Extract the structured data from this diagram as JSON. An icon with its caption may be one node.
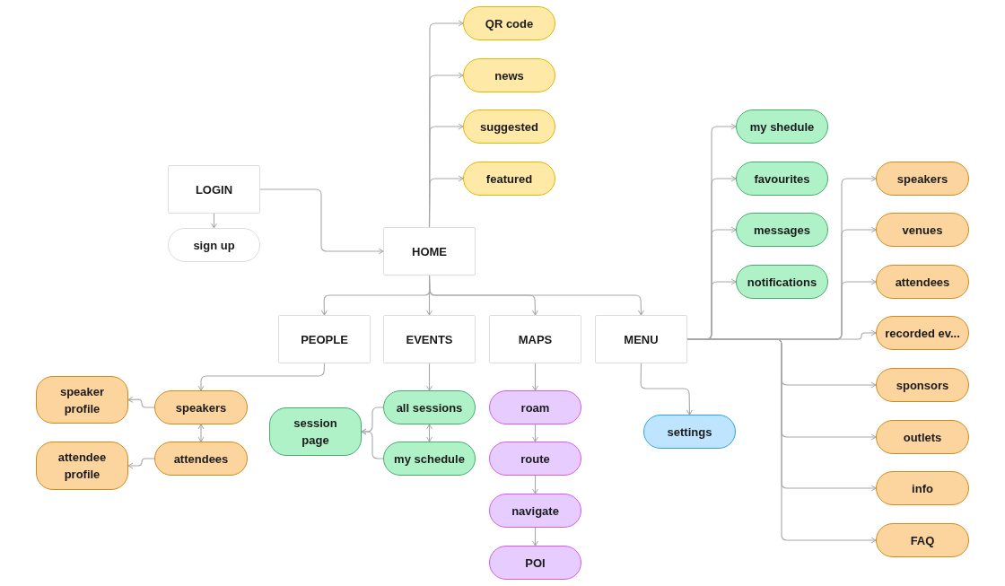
{
  "diagram": {
    "nodes": [
      {
        "text": [
          "QR code"
        ]
      },
      {
        "text": [
          "news"
        ]
      },
      {
        "text": [
          "suggested"
        ]
      },
      {
        "text": [
          "featured"
        ]
      },
      {
        "text": [
          "LOGIN"
        ]
      },
      {
        "text": [
          "sign up"
        ]
      },
      {
        "text": [
          "HOME"
        ]
      },
      {
        "text": [
          "my shedule"
        ]
      },
      {
        "text": [
          "favourites"
        ]
      },
      {
        "text": [
          "messages"
        ]
      },
      {
        "text": [
          "notifications"
        ]
      },
      {
        "text": [
          "speakers"
        ]
      },
      {
        "text": [
          "venues"
        ]
      },
      {
        "text": [
          "attendees"
        ]
      },
      {
        "text": [
          "recorded ev..."
        ]
      },
      {
        "text": [
          "PEOPLE"
        ]
      },
      {
        "text": [
          "EVENTS"
        ]
      },
      {
        "text": [
          "MAPS"
        ]
      },
      {
        "text": [
          "MENU"
        ]
      },
      {
        "text": [
          "sponsors"
        ]
      },
      {
        "text": [
          "outlets"
        ]
      },
      {
        "text": [
          "info"
        ]
      },
      {
        "text": [
          "FAQ"
        ]
      },
      {
        "text": [
          "speaker profile"
        ]
      },
      {
        "text": [
          "speakers"
        ]
      },
      {
        "text": [
          "session page"
        ]
      },
      {
        "text": [
          "all sessions"
        ]
      },
      {
        "text": [
          "roam"
        ]
      },
      {
        "text": [
          "settings"
        ]
      },
      {
        "text": [
          "attendee profile"
        ]
      },
      {
        "text": [
          "attendees"
        ]
      },
      {
        "text": [
          "my schedule"
        ]
      },
      {
        "text": [
          "route"
        ]
      },
      {
        "text": [
          "navigate"
        ]
      },
      {
        "text": [
          "POI"
        ]
      }
    ],
    "edges": [
      {
        "from": 6,
        "to": 0,
        "arrow": "to"
      },
      {
        "from": 6,
        "to": 1,
        "arrow": "to"
      },
      {
        "from": 6,
        "to": 2,
        "arrow": "to"
      },
      {
        "from": 6,
        "to": 3,
        "arrow": "to"
      },
      {
        "from": 4,
        "to": 6,
        "arrow": "to"
      },
      {
        "from": 4,
        "to": 5,
        "arrow": "to"
      },
      {
        "from": 6,
        "to": 15,
        "arrow": "to"
      },
      {
        "from": 6,
        "to": 16,
        "arrow": "to"
      },
      {
        "from": 6,
        "to": 17,
        "arrow": "to"
      },
      {
        "from": 6,
        "to": 18,
        "arrow": "to"
      },
      {
        "from": 15,
        "to": 24,
        "arrow": "to"
      },
      {
        "from": 24,
        "to": 23,
        "arrow": "to"
      },
      {
        "from": 24,
        "to": 30,
        "arrow": "both"
      },
      {
        "from": 30,
        "to": 29,
        "arrow": "to"
      },
      {
        "from": 16,
        "to": 26,
        "arrow": "to"
      },
      {
        "from": 26,
        "to": 31,
        "arrow": "both"
      },
      {
        "from": 26,
        "to": 25,
        "arrow": "to"
      },
      {
        "from": 31,
        "to": 25,
        "arrow": "to"
      },
      {
        "from": 17,
        "to": 27,
        "arrow": "to"
      },
      {
        "from": 27,
        "to": 32,
        "arrow": "to"
      },
      {
        "from": 32,
        "to": 33,
        "arrow": "to"
      },
      {
        "from": 33,
        "to": 34,
        "arrow": "to"
      },
      {
        "from": 18,
        "to": 28,
        "arrow": "to"
      },
      {
        "from": 18,
        "to": 7,
        "arrow": "to"
      },
      {
        "from": 18,
        "to": 8,
        "arrow": "to"
      },
      {
        "from": 18,
        "to": 9,
        "arrow": "to"
      },
      {
        "from": 18,
        "to": 10,
        "arrow": "to"
      },
      {
        "from": 18,
        "to": 11,
        "arrow": "to"
      },
      {
        "from": 18,
        "to": 12,
        "arrow": "to"
      },
      {
        "from": 18,
        "to": 13,
        "arrow": "to"
      },
      {
        "from": 18,
        "to": 14,
        "arrow": "to"
      },
      {
        "from": 18,
        "to": 19,
        "arrow": "to"
      },
      {
        "from": 18,
        "to": 20,
        "arrow": "to"
      },
      {
        "from": 18,
        "to": 21,
        "arrow": "to"
      },
      {
        "from": 18,
        "to": 22,
        "arrow": "to"
      }
    ]
  }
}
